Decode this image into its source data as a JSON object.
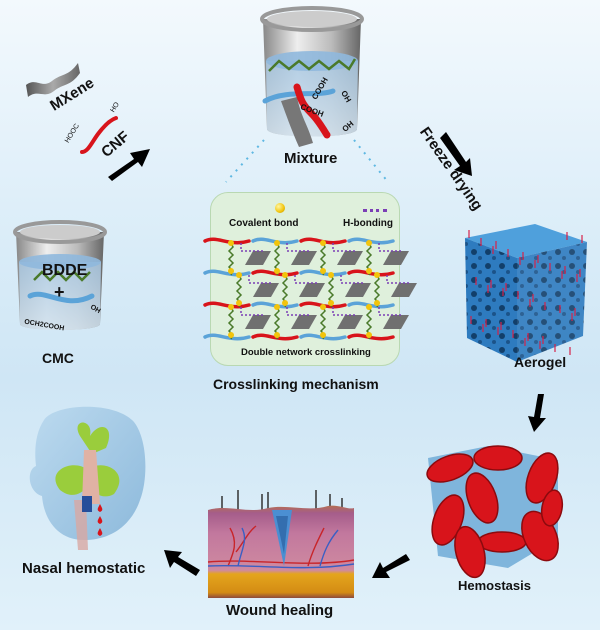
{
  "title": "MXene/CNF/CMC aerogel preparation and application scheme",
  "components": {
    "mxene": {
      "label": "MXene"
    },
    "cnf": {
      "label": "CNF",
      "end_left": "HOOC",
      "end_right": "HO"
    },
    "cmc_beaker": {
      "label": "CMC",
      "reagent": "BDDE",
      "plus": "+",
      "group_left": "OCH2COOH",
      "group_right": "OH"
    },
    "mixture_beaker": {
      "label": "Mixture",
      "groups": [
        "COOH",
        "OH",
        "COOH",
        "OH"
      ]
    },
    "aerogel": {
      "label": "Aerogel"
    },
    "hemostasis": {
      "label": "Hemostasis"
    },
    "wound_healing": {
      "label": "Wound healing"
    },
    "nasal": {
      "label": "Nasal hemostatic"
    }
  },
  "process_steps": {
    "freeze_drying": "Freeze drying"
  },
  "mechanism": {
    "title": "Crosslinking mechanism",
    "legend": [
      {
        "label": "Covalent bond",
        "symbol": "yellow-dot"
      },
      {
        "label": "H-bonding",
        "symbol": "purple-dotted-line"
      }
    ],
    "caption": "Double network crosslinking"
  },
  "colors": {
    "cnf_red": "#d8141b",
    "cmc_blue": "#5ba3d8",
    "bdde_green": "#4a7a2a",
    "covalent_yellow": "#f2c40c",
    "hbond_purple": "#7b3fb5",
    "mechanism_bg": "#dff0dc",
    "aerogel_blue": "#2e7bbf"
  }
}
